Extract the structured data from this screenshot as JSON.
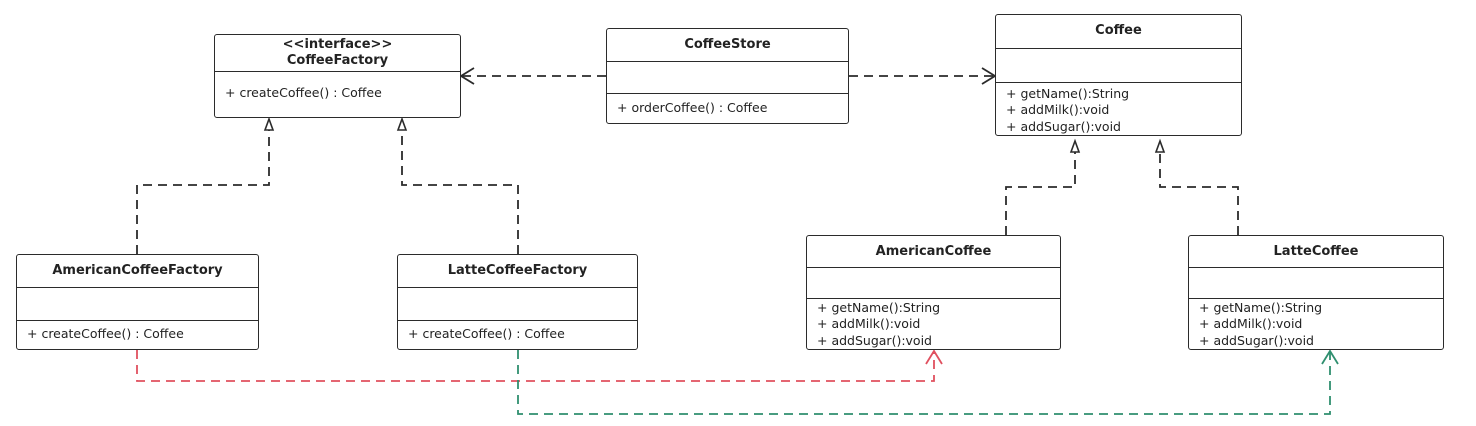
{
  "colors": {
    "border": "#2b2b2b",
    "american_link": "#e0505f",
    "latte_link": "#2f8f6f"
  },
  "classes": {
    "coffee_factory": {
      "stereotype": "<<interface>>",
      "name": "CoffeeFactory",
      "operations": [
        "+ createCoffee() : Coffee"
      ]
    },
    "coffee_store": {
      "name": "CoffeeStore",
      "operations": [
        "+ orderCoffee() : Coffee"
      ]
    },
    "coffee": {
      "name": "Coffee",
      "operations": [
        "+ getName():String",
        "+ addMilk():void",
        "+ addSugar():void"
      ]
    },
    "american_coffee_factory": {
      "name": "AmericanCoffeeFactory",
      "operations": [
        "+ createCoffee() : Coffee"
      ]
    },
    "latte_coffee_factory": {
      "name": "LatteCoffeeFactory",
      "operations": [
        "+ createCoffee() : Coffee"
      ]
    },
    "american_coffee": {
      "name": "AmericanCoffee",
      "operations": [
        "+ getName():String",
        "+ addMilk():void",
        "+ addSugar():void"
      ]
    },
    "latte_coffee": {
      "name": "LatteCoffee",
      "operations": [
        "+ getName():String",
        "+ addMilk():void",
        "+ addSugar():void"
      ]
    }
  }
}
